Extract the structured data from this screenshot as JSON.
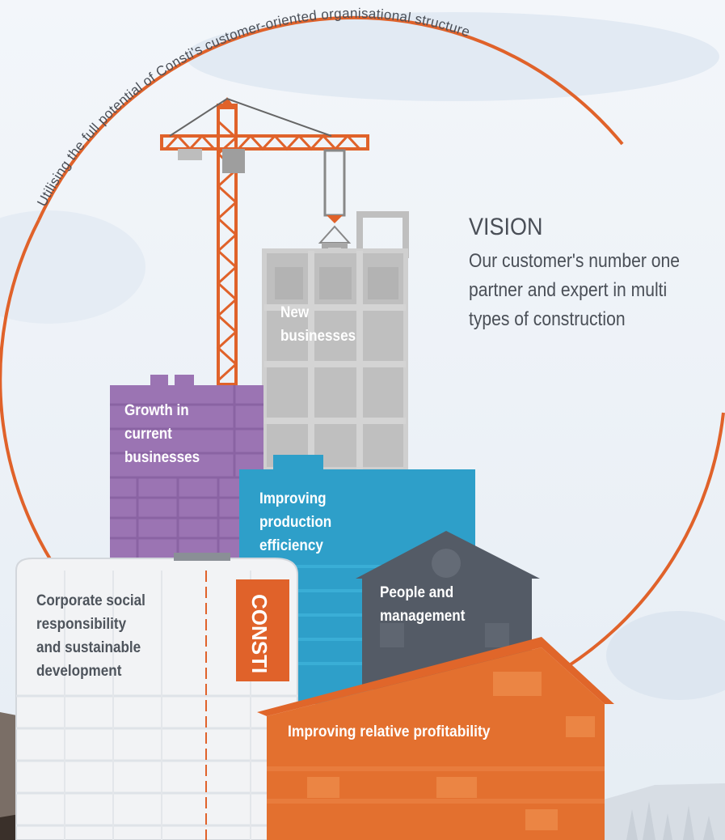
{
  "arc_text": "Utilising the full potential of Consti's customer-oriented organisational structure",
  "vision": {
    "heading": "VISION",
    "lines": [
      "Our customer's number one",
      "partner and expert in multi",
      "types of construction"
    ]
  },
  "buildings": {
    "new_businesses": [
      "New",
      "businesses"
    ],
    "growth": [
      "Growth in",
      "current",
      "businesses"
    ],
    "production": [
      "Improving",
      "production",
      "efficiency"
    ],
    "people": [
      "People and",
      "management"
    ],
    "csr": [
      "Corporate social",
      "responsibility",
      "and sustainable",
      "development"
    ],
    "profitability": "Improving relative profitability",
    "logo": "CONSTI"
  },
  "colors": {
    "arc": "#e0622a",
    "vision_text": "#4a4f57",
    "purple": "#9b74b3",
    "blue": "#2e9fc9",
    "slate": "#545b66",
    "orange": "#e0662a",
    "grey": "#bdbdbd"
  }
}
